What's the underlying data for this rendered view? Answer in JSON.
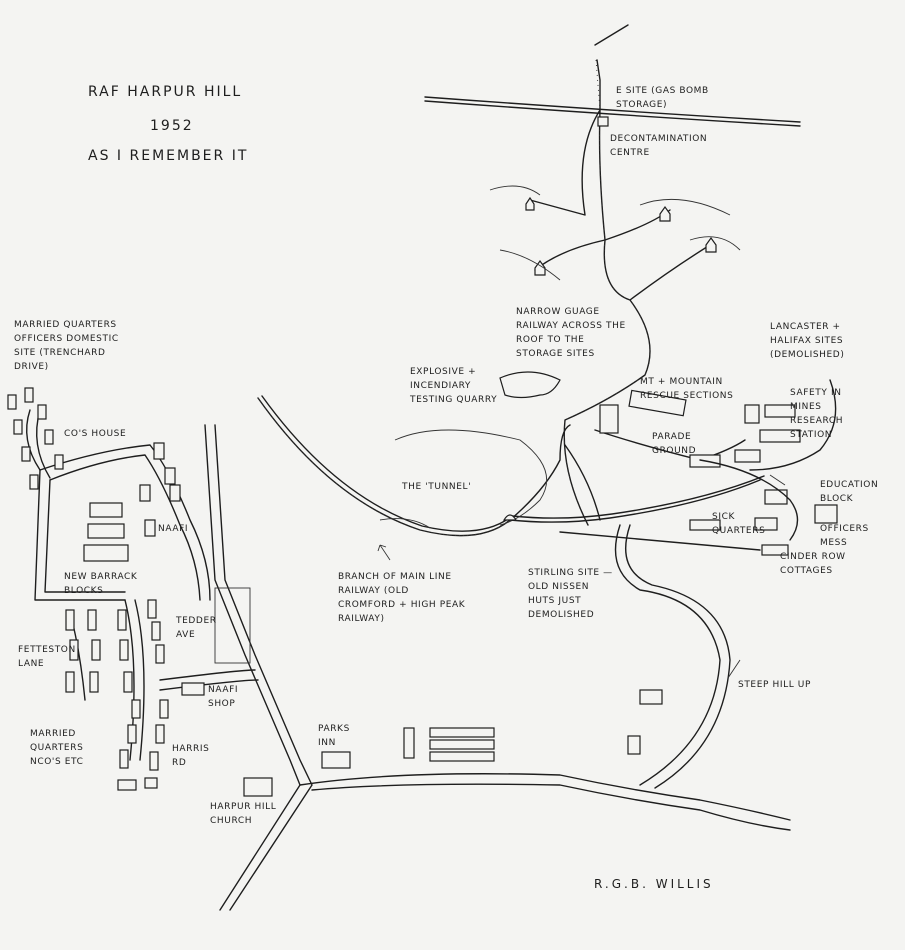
{
  "title": {
    "line1": "RAF HARPUR HILL",
    "line2": "1952",
    "line3": "AS I REMEMBER IT"
  },
  "labels": {
    "e_site": "E SITE (GAS BOMB STORAGE)",
    "decontamination": "DECONTAMINATION CENTRE",
    "narrow_gauge": "NARROW GUAGE RAILWAY ACROSS THE ROOF TO THE STORAGE SITES",
    "lancaster": "LANCASTER + HALIFAX SITES (DEMOLISHED)",
    "married_officers": "MARRIED QUARTERS OFFICERS DOMESTIC SITE (TRENCHARD DRIVE)",
    "explosive": "EXPLOSIVE + INCENDIARY TESTING QUARRY",
    "mt_rescue": "MT + MOUNTAIN RESCUE SECTIONS",
    "safety_mines": "SAFETY IN MINES RESEARCH STATION",
    "cos_house": "CO'S HOUSE",
    "parade_ground": "PARADE GROUND",
    "tunnel": "THE 'TUNNEL'",
    "education": "EDUCATION BLOCK",
    "naafi": "NAAFI",
    "sick_quarters": "SICK QUARTERS",
    "officers_mess": "OFFICERS MESS",
    "cinder_row": "CINDER ROW COTTAGES",
    "new_barrack": "NEW BARRACK BLOCKS",
    "branch_railway": "BRANCH OF MAIN LINE RAILWAY (OLD CROMFORD + HIGH PEAK RAILWAY)",
    "stirling": "STIRLING SITE — OLD NISSEN HUTS JUST DEMOLISHED",
    "tedder": "TEDDER AVE",
    "fetteston": "FETTESTON LANE",
    "steep_hill": "STEEP HILL UP",
    "naafi_shop": "NAAFI SHOP",
    "married_nco": "MARRIED QUARTERS NCO'S ETC",
    "parks_inn": "PARKS INN",
    "harris_rd": "HARRIS RD",
    "church": "HARPUR HILL CHURCH"
  },
  "signature": "R.G.B. WILLIS"
}
